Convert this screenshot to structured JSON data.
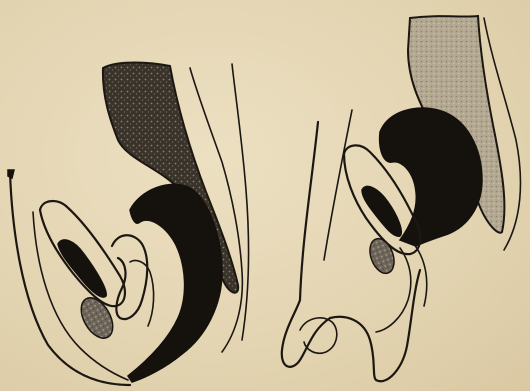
{
  "figure": {
    "panels": [
      {
        "id": "left",
        "icon": "anatomical-section-left"
      },
      {
        "id": "right",
        "icon": "anatomical-section-right"
      }
    ],
    "colors": {
      "paper": "#e6d8b7",
      "ink": "#15110d"
    }
  }
}
